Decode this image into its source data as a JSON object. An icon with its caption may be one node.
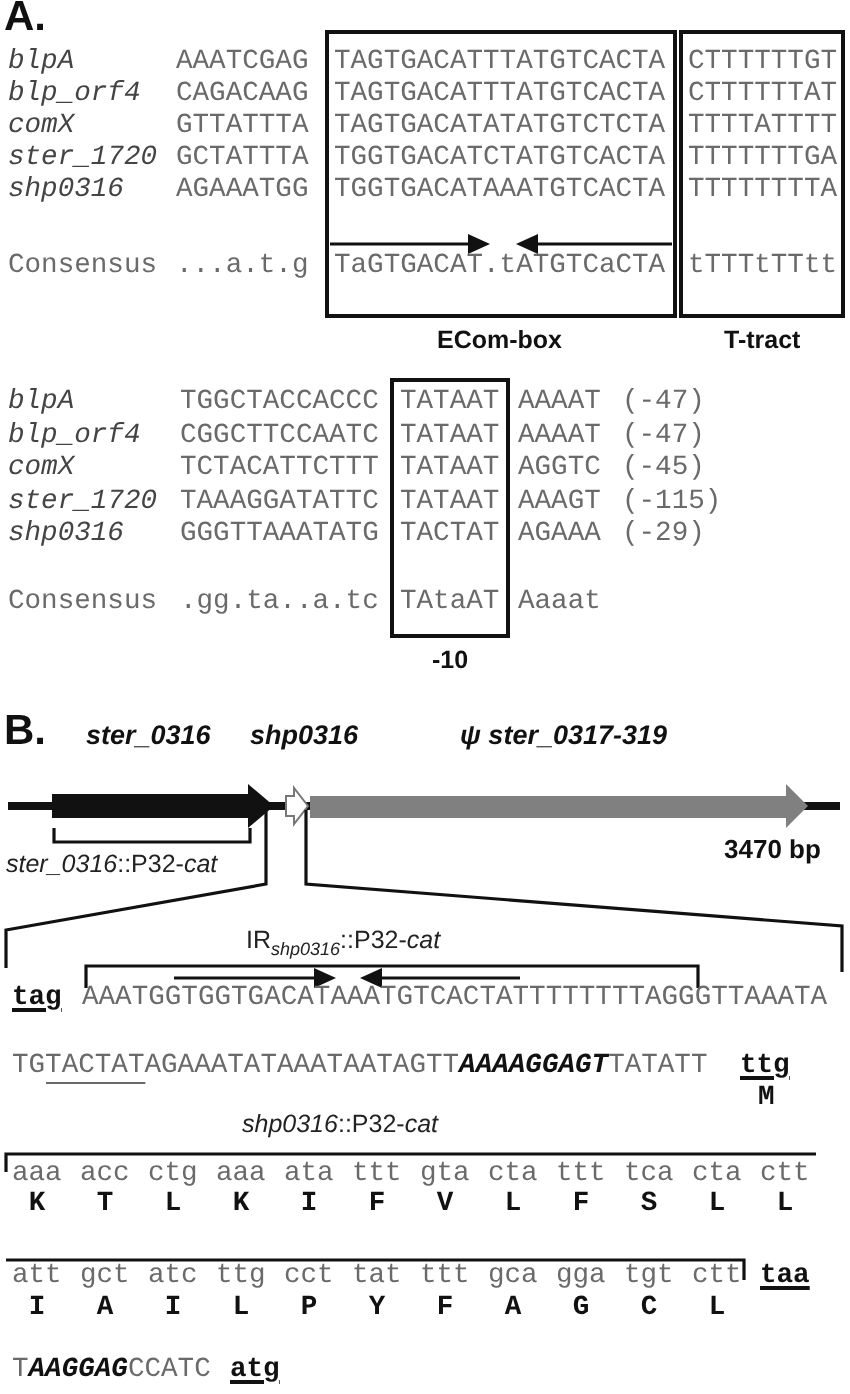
{
  "diagram": {
    "labels": [
      "A.",
      "blpA",
      "AAATCGAG",
      "TAGTGACATTTATGTCACTA",
      "CTTTTTTGT",
      "blp_orf4",
      "CAGACAAG",
      "TAGTGACATTTATGTCACTA",
      "CTTTTTTAT",
      "comX",
      "GTTATTTA",
      "TAGTGACATATATGTCTCTA",
      "TTTTATTTT",
      "ster_1720",
      "GCTATTTA",
      "TGGTGACATCTATGTCACTA",
      "TTTTTTTGA",
      "shp0316",
      "AGAAATGG",
      "TGGTGACATAAATGTCACTA",
      "TTTTTTTTA",
      "Consensus",
      "...a.t.g",
      "TaGTGACAT.tATGTCaCTA",
      "tTTTtTTtt",
      "ECom-box",
      "T-tract",
      "blpA",
      "TGGCTACCACCC",
      "TATAAT",
      "AAAAT",
      "(-47)",
      "blp_orf4",
      "CGGCTTCCAATC",
      "TATAAT",
      "AAAAT",
      "(-47)",
      "comX",
      "TCTACATTCTTT",
      "TATAAT",
      "AGGTC",
      "(-45)",
      "ster_1720",
      "TAAAGGATATTC",
      "TATAAT",
      "AAAGT",
      "(-115)",
      "shp0316",
      "GGGTTAAATATG",
      "TACTAT",
      "AGAAA",
      "(-29)",
      "Consensus",
      ".gg.ta..a.tc",
      "TAtaAT",
      "Aaaat",
      "-10",
      "B.",
      "ster_0316",
      "shp0316",
      "ψ ster_0317-319",
      "*ster_0316*::P32-*cat*",
      "3470 bp",
      "IR$_{shp0316}$::P32-*cat*",
      "tag",
      "AAATGGTGGTGACATAAATGTCACTATTTTTTTTAGGGTTAAATA",
      "TGTACTATAGAAATATAAATAATAGTT**AAAAGGAGT**TATATT",
      "ttg",
      "M",
      "*shp0316*::P32-*cat*",
      "aaa",
      "acc",
      "ctg",
      "aaa",
      "ata",
      "ttt",
      "gta",
      "cta",
      "ttt",
      "tca",
      "cta",
      "ctt",
      "K",
      "T",
      "L",
      "K",
      "I",
      "F",
      "V",
      "L",
      "F",
      "S",
      "L",
      "L",
      "att",
      "gct",
      "atc",
      "ttg",
      "cct",
      "tat",
      "ttt",
      "gca",
      "gga",
      "tgt",
      "ctt",
      "I",
      "A",
      "I",
      "L",
      "P",
      "Y",
      "F",
      "A",
      "G",
      "C",
      "L",
      "taa",
      "T**AAGGAG**CCATC",
      "atg"
    ]
  }
}
